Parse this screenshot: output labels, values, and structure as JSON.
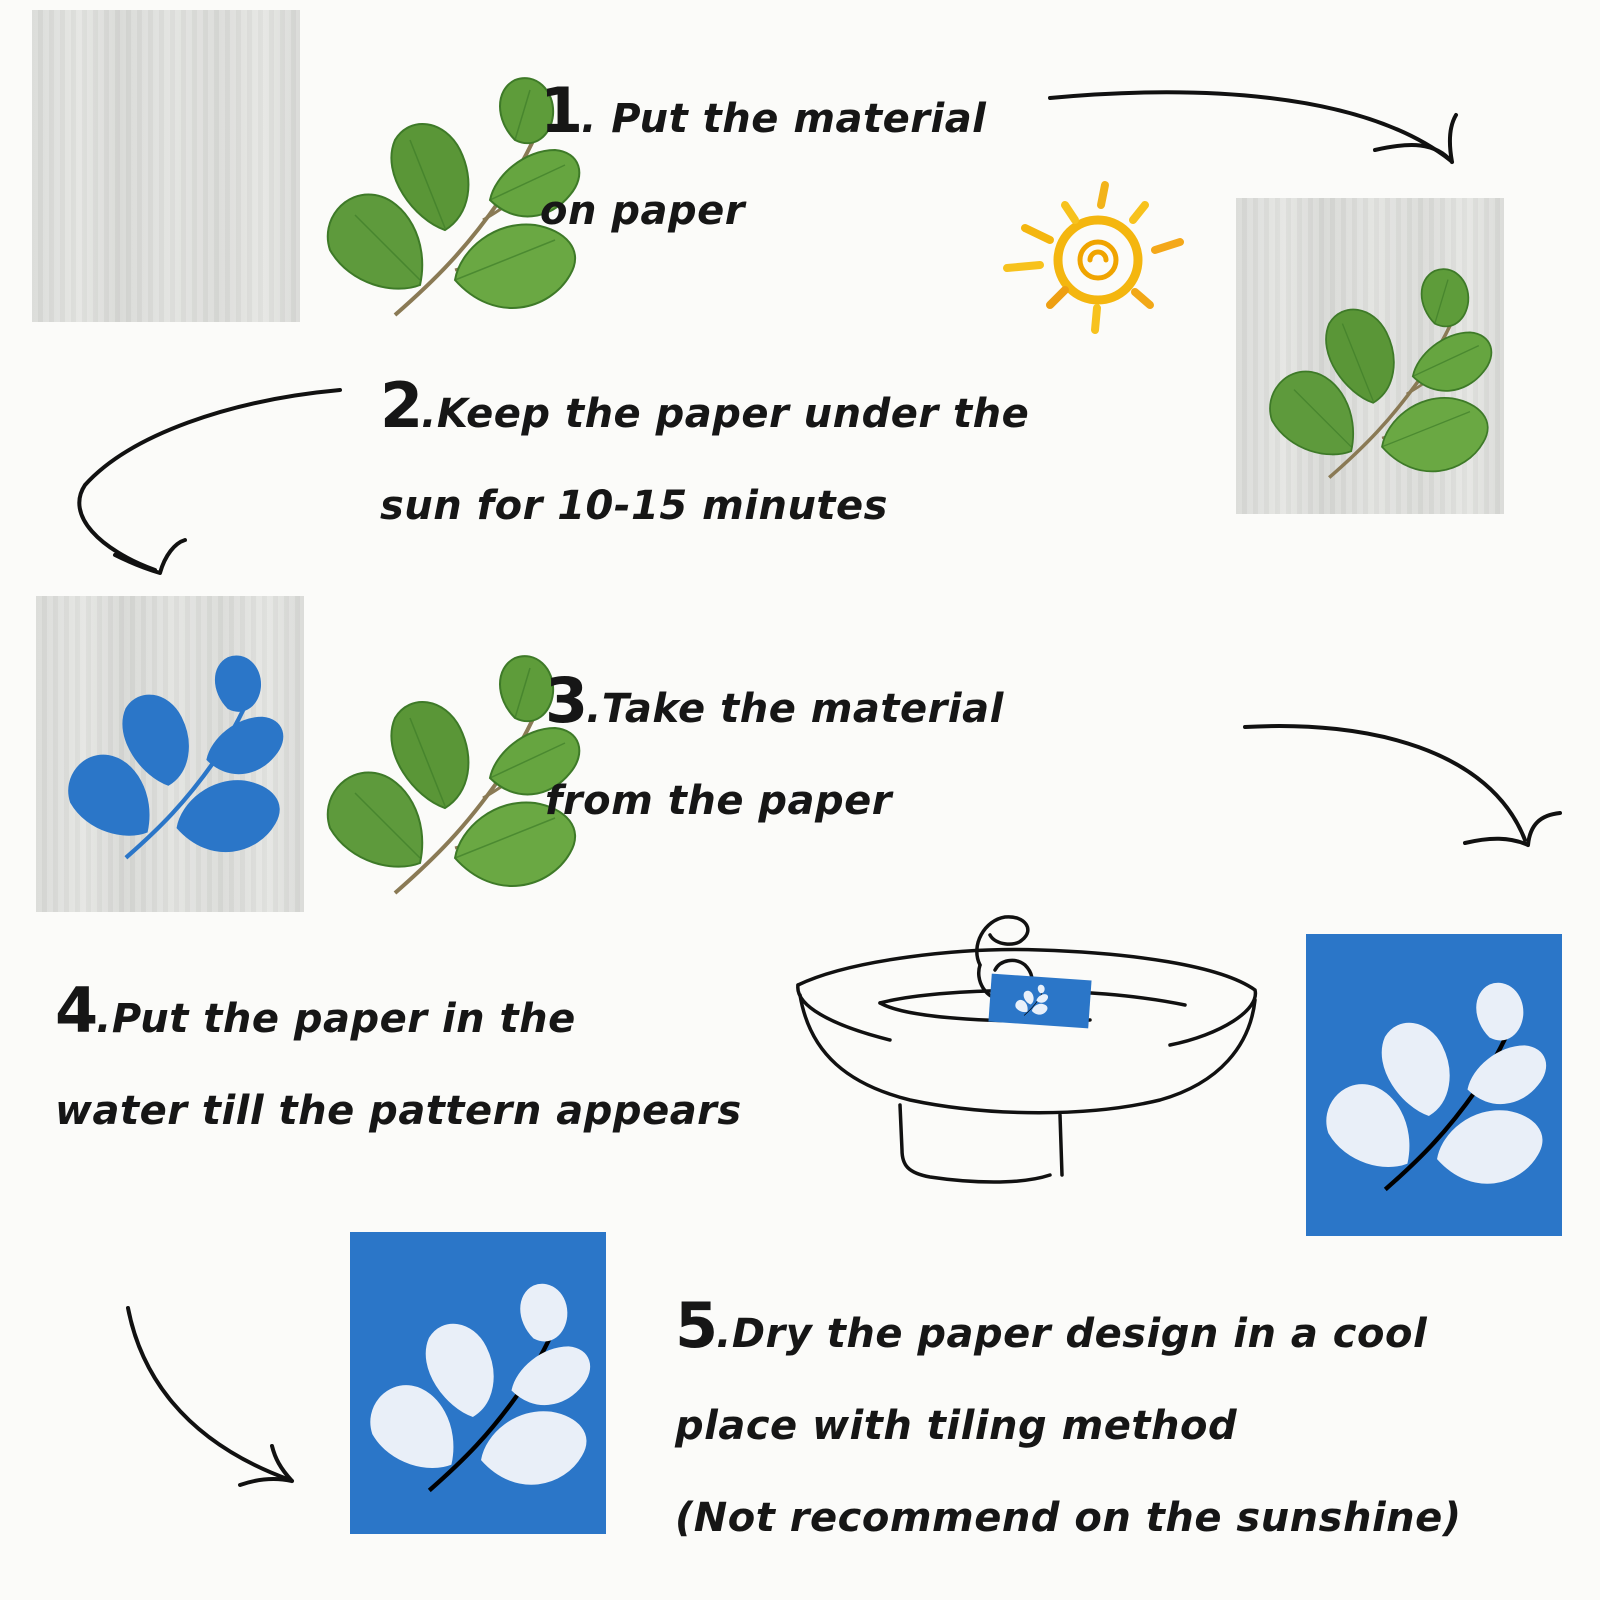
{
  "steps": [
    {
      "num": "1",
      "lines": [
        ". Put the material",
        "on paper"
      ]
    },
    {
      "num": "2",
      "lines": [
        ".Keep the paper under the",
        "sun for 10-15 minutes"
      ]
    },
    {
      "num": "3",
      "lines": [
        ".Take the material",
        "from the paper"
      ]
    },
    {
      "num": "4",
      "lines": [
        ".Put the paper in the",
        "water till the pattern appears"
      ]
    },
    {
      "num": "5",
      "lines": [
        ".Dry the paper design in a cool",
        "place with tiling method",
        "(Not recommend on the sunshine)"
      ]
    }
  ],
  "colors": {
    "background": "#fbfbf9",
    "paper_gray": "#dcddda",
    "cyanotype_blue": "#2b76c8",
    "leaf_green": "#5b9a3a",
    "sun_yellow": "#f2b81c",
    "text": "#161616"
  },
  "icons": [
    "sun-icon",
    "leaf-sprig-icon",
    "sink-icon",
    "arrow-icon"
  ]
}
